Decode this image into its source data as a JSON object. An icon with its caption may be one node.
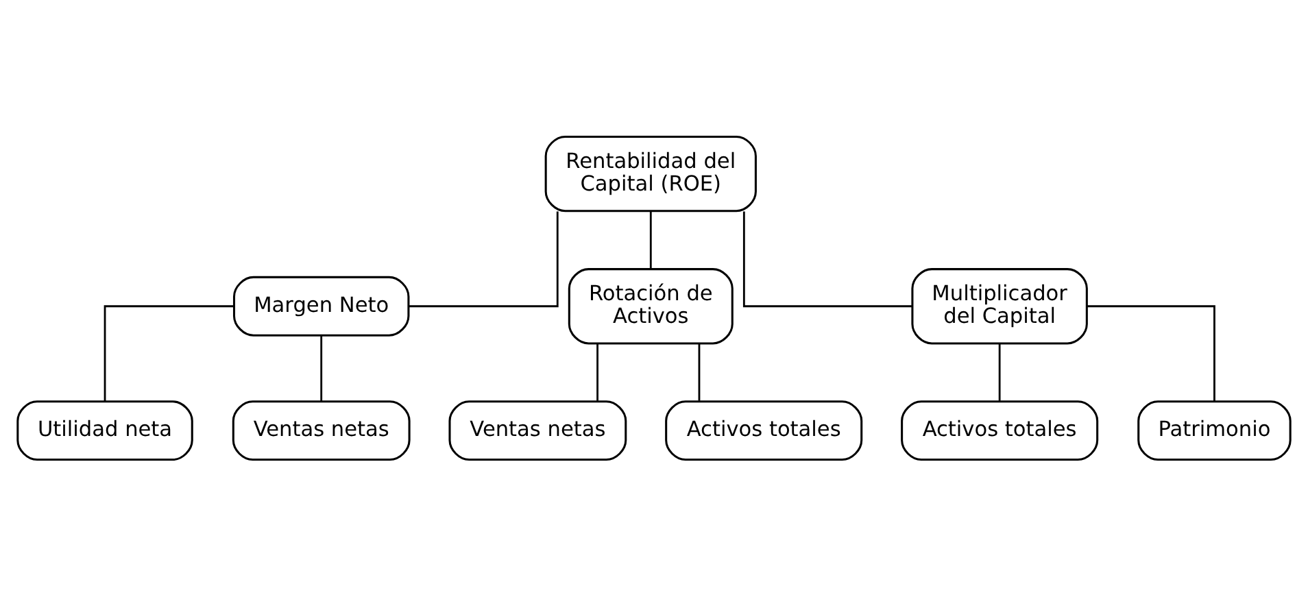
{
  "diagram": {
    "nodes": [
      {
        "text": [
          "Rentabilidad del Capital (ROE)"
        ]
      },
      {
        "text": [
          "Margen Neto"
        ]
      },
      {
        "text": [
          "Rotación de Activos"
        ]
      },
      {
        "text": [
          "Multiplicador del Capital"
        ]
      },
      {
        "text": [
          "Utilidad neta"
        ]
      },
      {
        "text": [
          "Ventas netas"
        ]
      },
      {
        "text": [
          "Ventas netas"
        ]
      },
      {
        "text": [
          "Activos totales"
        ]
      },
      {
        "text": [
          "Activos totales"
        ]
      },
      {
        "text": [
          "Patrimonio"
        ]
      }
    ],
    "edges": [
      {
        "from": 0,
        "to": 1,
        "arrow": "none"
      },
      {
        "from": 0,
        "to": 2,
        "arrow": "none"
      },
      {
        "from": 0,
        "to": 3,
        "arrow": "none"
      },
      {
        "from": 1,
        "to": 4,
        "arrow": "none"
      },
      {
        "from": 1,
        "to": 5,
        "arrow": "none"
      },
      {
        "from": 2,
        "to": 6,
        "arrow": "none"
      },
      {
        "from": 2,
        "to": 7,
        "arrow": "none"
      },
      {
        "from": 3,
        "to": 8,
        "arrow": "none"
      },
      {
        "from": 3,
        "to": 9,
        "arrow": "none"
      }
    ]
  }
}
